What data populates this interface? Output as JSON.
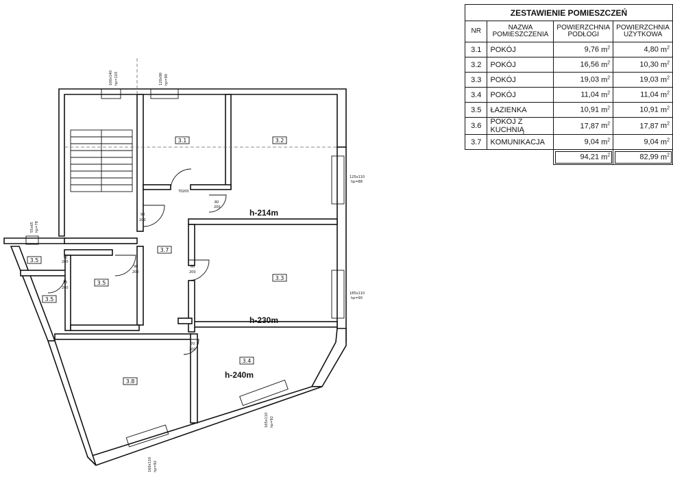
{
  "table": {
    "title": "ZESTAWIENIE POMIESZCZEŃ",
    "headers": {
      "nr": "NR",
      "name_line1": "NAZWA",
      "name_line2": "POMIESZCZENIA",
      "floor_line1": "POWIERZCHNIA",
      "floor_line2": "PODŁOGI",
      "usable_line1": "POWIERZCHNIA",
      "usable_line2": "UŻYTKOWA"
    },
    "unit": "m",
    "unit_sup": "2",
    "rows": [
      {
        "nr": "3.1",
        "name": "POKÓJ",
        "floor": "9,76",
        "usable": "4,80"
      },
      {
        "nr": "3.2",
        "name": "POKÓJ",
        "floor": "16,56",
        "usable": "10,30"
      },
      {
        "nr": "3.3",
        "name": "POKÓJ",
        "floor": "19,03",
        "usable": "19,03"
      },
      {
        "nr": "3.4",
        "name": "POKÓJ",
        "floor": "11,04",
        "usable": "11,04"
      },
      {
        "nr": "3.5",
        "name": "ŁAZIENKA",
        "floor": "10,91",
        "usable": "10,91"
      },
      {
        "nr": "3.6",
        "name": "POKÓJ Z KUCHNIĄ",
        "floor": "17,87",
        "usable": "17,87"
      },
      {
        "nr": "3.7",
        "name": "KOMUNIKACJA",
        "floor": "9,04",
        "usable": "9,04"
      }
    ],
    "totals": {
      "floor": "94,21",
      "usable": "82,99"
    }
  },
  "plan": {
    "rooms": {
      "r31": "3.1",
      "r32": "3.2",
      "r33": "3.3",
      "r34": "3.4",
      "r35a": "3.5",
      "r35b": "3.5",
      "r35c": "3.5",
      "r36": "3.8",
      "r37": "3.7"
    },
    "heights": {
      "h214": "h-214m",
      "h230": "h-230m",
      "h240": "h-240m"
    },
    "windows": {
      "w1_size": "100x140",
      "w1_hp": "hp=103",
      "w2_size": "120x90",
      "w2_hp": "hp=90",
      "w3_size": "125x110",
      "w3_hp": "hp=88",
      "w4_size": "185x110",
      "w4_hp": "hp=90",
      "w5_size": "165x110",
      "w5_hp": "hp=92",
      "w6_size": "160x110",
      "w6_hp": "hp=92",
      "w7_size": "55x65",
      "w7_hp": "hp=78"
    },
    "doors": {
      "d1": "70",
      "d1b": "200",
      "d2": "80",
      "d2b": "200",
      "d3": "90",
      "d3b": "200",
      "d4": "70",
      "d4b": "200",
      "d5": "75",
      "d5b": "200",
      "d6": "90",
      "d6b": "200",
      "d7": "80",
      "d7b": "200",
      "d8": "70",
      "d8b": "200"
    }
  }
}
